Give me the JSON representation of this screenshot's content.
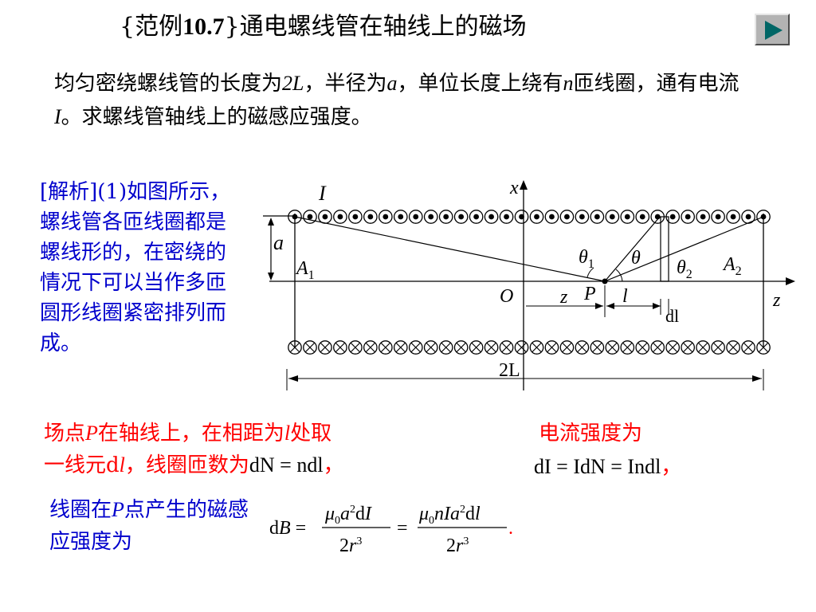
{
  "slide": {
    "title_prefix": "{范例",
    "title_number": "10.7",
    "title_suffix": "}通电螺线管在轴线上的磁场",
    "next_button_icon": "play-triangle-icon"
  },
  "problem": {
    "p1": "均匀密绕螺线管的长度为",
    "v1": "2L",
    "p2": "，半径为",
    "v2": "a",
    "p3": "，单位长度上绕有",
    "v3": "n",
    "p4": "匝线圈，通有电流",
    "v4": "I",
    "p5": "。求螺线管轴线上的磁感应强度。"
  },
  "analysis": {
    "text": "[解析](1)如图所示，螺线管各匝线圈都是螺线形的，在密绕的情况下可以当作多匝圆形线圈紧密排列而成。"
  },
  "diagram": {
    "labels": {
      "current": "I",
      "x_axis": "x",
      "radius": "a",
      "a1": "A",
      "a1_sub": "1",
      "a2": "A",
      "a2_sub": "2",
      "theta1": "θ",
      "theta1_sub": "1",
      "theta": "θ",
      "theta2": "θ",
      "theta2_sub": "2",
      "origin": "O",
      "z_dist": "z",
      "point": "P",
      "l_dist": "l",
      "z_axis": "z",
      "dl": "dl",
      "length": "2L"
    },
    "top_row_symbol": "dot-in-circle (current out of page)",
    "bottom_row_symbol": "cross-in-circle (current into page)"
  },
  "text_red": {
    "line1_a": "场点",
    "line1_b": "P",
    "line1_c": "在轴线上，在相距为",
    "line1_d": "l",
    "line1_e": "处取",
    "line2_a": "一线元d",
    "line2_b": "l",
    "line2_c": "，线圈匝数为",
    "line2_formula": "dN = ndl",
    "line2_end": "，"
  },
  "current_density": {
    "label": "电流强度为",
    "formula": "dI = IdN = Indl",
    "end": "，"
  },
  "db": {
    "label_a": "线圈在",
    "label_b": "P",
    "label_c": "点产生的磁感应强度为",
    "lhs": "dB =",
    "num1": "μ0a2dI",
    "den1": "2r3",
    "eq": "=",
    "num2": "μ0nIa2dl",
    "den2": "2r3",
    "period": "."
  },
  "colors": {
    "red": "#ff0000",
    "blue": "#0000cc",
    "button_gray": "#b3b3b3",
    "button_triangle": "#006666"
  }
}
